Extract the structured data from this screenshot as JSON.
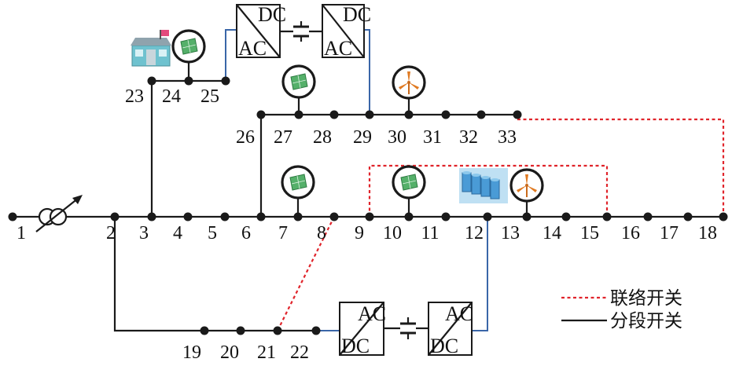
{
  "bus_labels": [
    "1",
    "2",
    "3",
    "4",
    "5",
    "6",
    "7",
    "8",
    "9",
    "10",
    "11",
    "12",
    "13",
    "14",
    "15",
    "16",
    "17",
    "18",
    "19",
    "20",
    "21",
    "22",
    "23",
    "24",
    "25",
    "26",
    "27",
    "28",
    "29",
    "30",
    "31",
    "32",
    "33"
  ],
  "converters": {
    "top": {
      "left_top": "DC",
      "left_bottom": "AC",
      "right_top": "DC",
      "right_bottom": "AC"
    },
    "bottom": {
      "left_top": "AC",
      "left_bottom": "DC",
      "right_top": "AC",
      "right_bottom": "DC"
    }
  },
  "legend": {
    "tie_switch": "联络开关",
    "section_switch": "分段开关"
  },
  "colors": {
    "tie_line": "#e0242b",
    "dc_link": "#3a66a8",
    "feeder": "#1a1a1a"
  },
  "icons": [
    "transformer-icon",
    "pv-icon",
    "wind-turbine-icon",
    "battery-icon",
    "building-icon"
  ]
}
